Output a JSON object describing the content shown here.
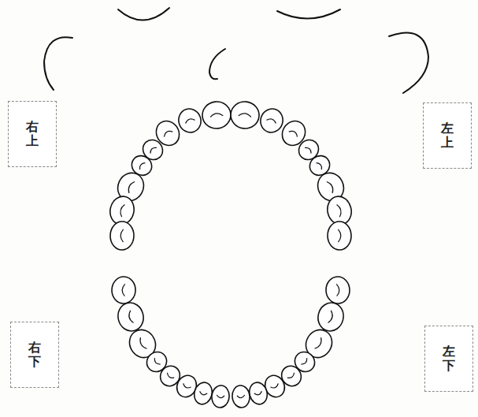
{
  "diagram": {
    "nodes": [
      {
        "text": [
          "右上"
        ]
      },
      {
        "text": [
          "左上"
        ]
      },
      {
        "text": [
          "右下"
        ]
      },
      {
        "text": [
          "左下"
        ]
      }
    ]
  }
}
